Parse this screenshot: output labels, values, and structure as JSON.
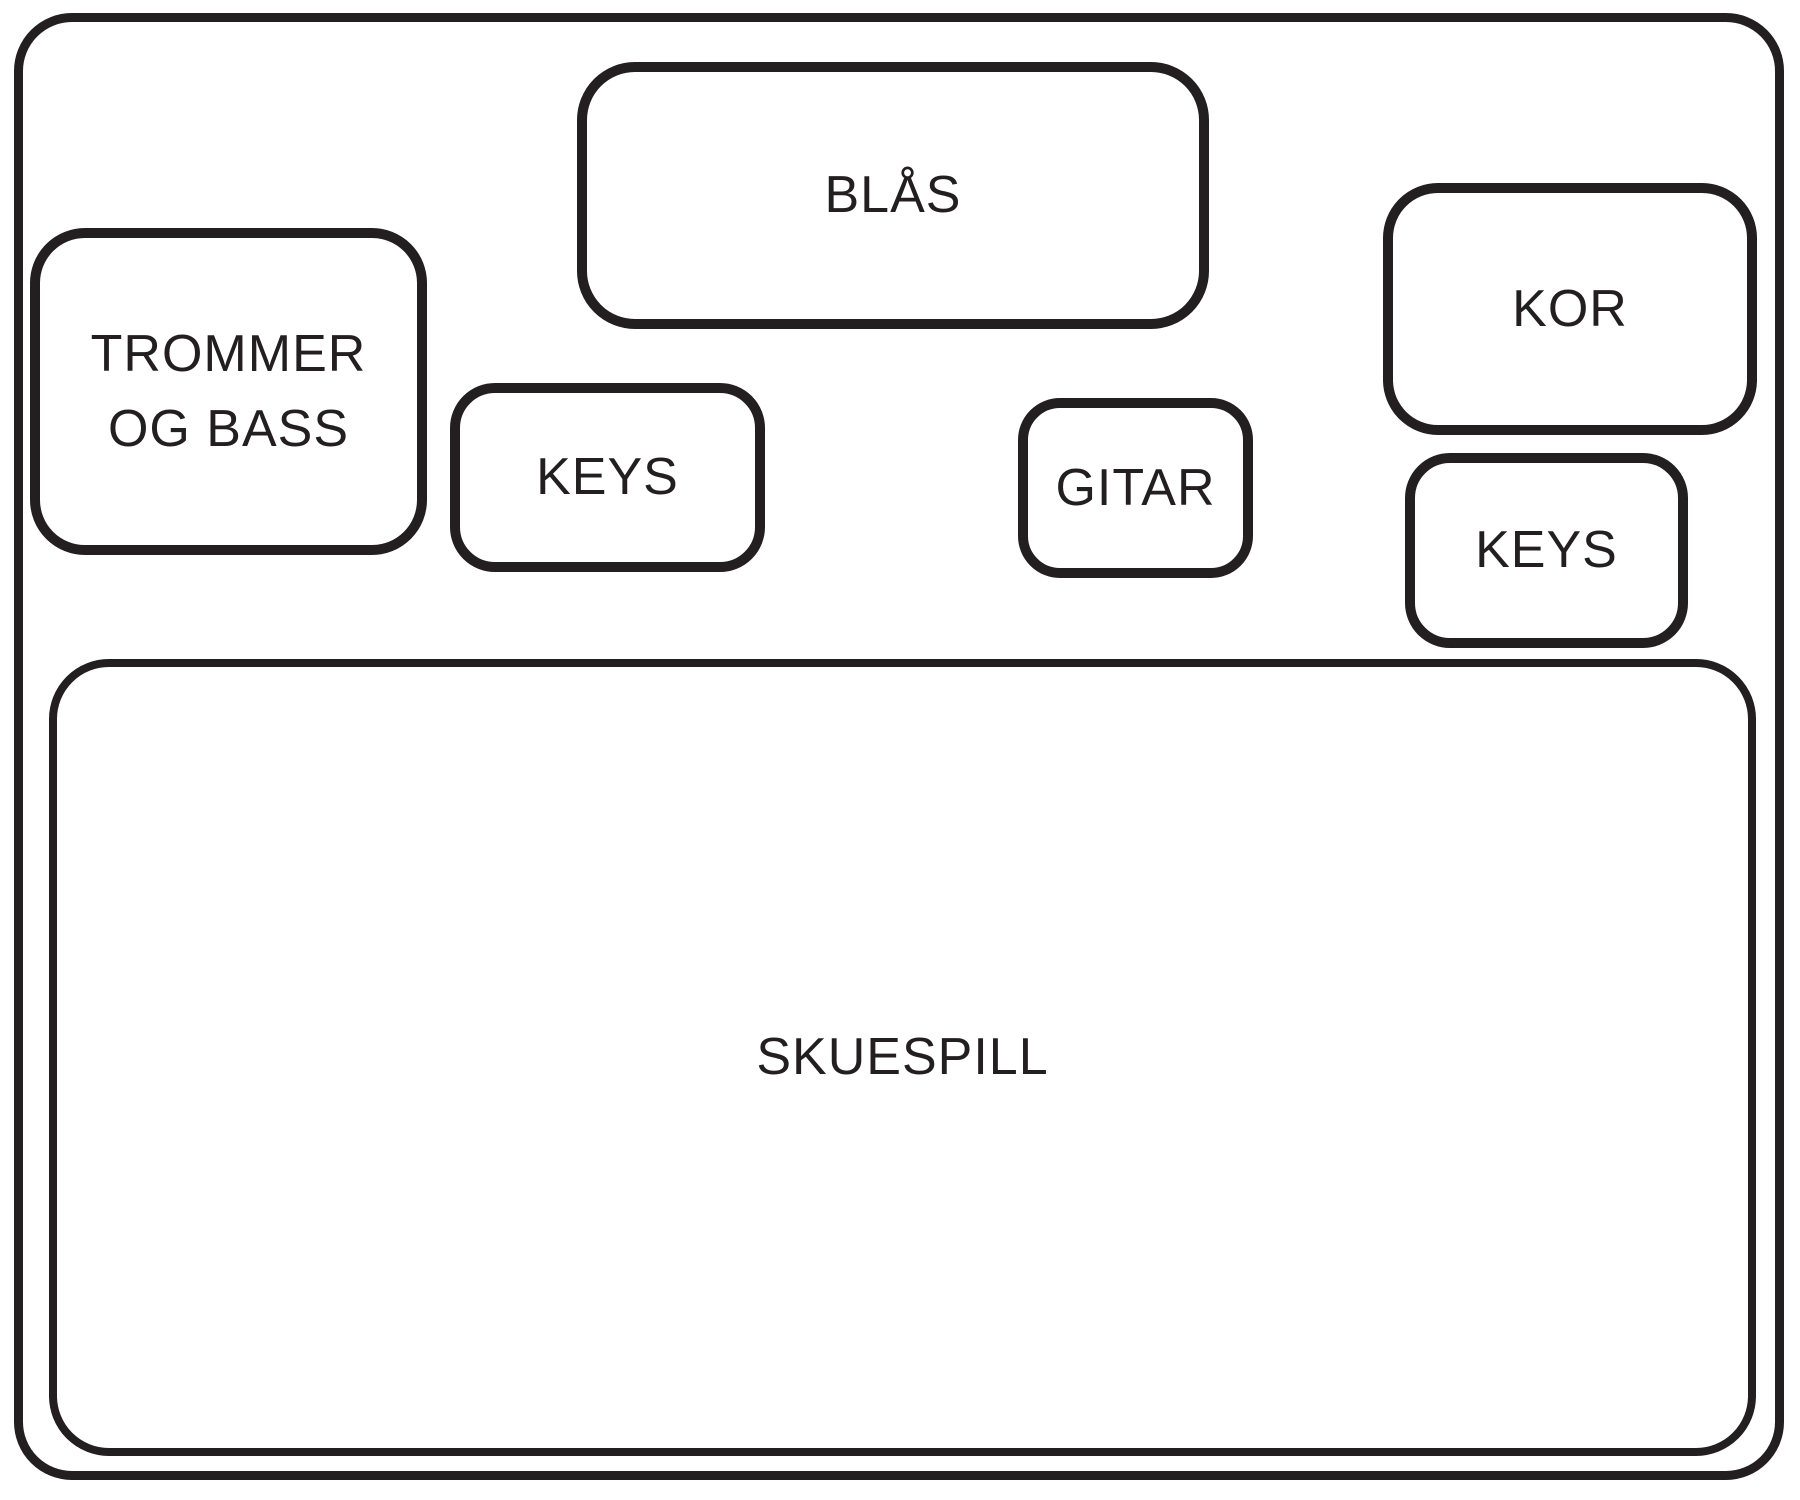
{
  "diagram": {
    "type": "stage-plot",
    "colors": {
      "stroke": "#231f20",
      "background": "#ffffff",
      "text": "#231f20"
    },
    "zones": [
      {
        "id": "blas",
        "label": "BLÅS"
      },
      {
        "id": "trommer-og-bass",
        "label": "TROMMER OG BASS"
      },
      {
        "id": "keys-left",
        "label": "KEYS"
      },
      {
        "id": "gitar",
        "label": "GITAR"
      },
      {
        "id": "kor",
        "label": "KOR"
      },
      {
        "id": "keys-right",
        "label": "KEYS"
      },
      {
        "id": "skuespill",
        "label": "SKUESPILL"
      }
    ]
  }
}
